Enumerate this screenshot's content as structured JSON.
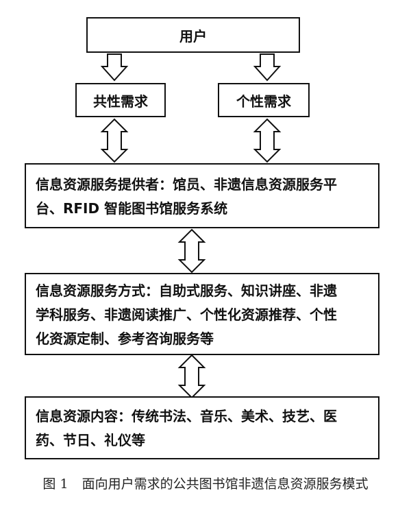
{
  "diagram": {
    "user_box": "用户",
    "common_needs_box": "共性需求",
    "personal_needs_box": "个性需求",
    "providers_box": {
      "line1": "信息资源服务提供者：馆员、非遗信息资源服务平",
      "line2": "台、RFID 智能图书馆服务系统"
    },
    "methods_box": {
      "line1": "信息资源服务方式：自助式服务、知识讲座、非遗",
      "line2": "学科服务、非遗阅读推广、个性化资源推荐、个性",
      "line3": "化资源定制、参考咨询服务等"
    },
    "content_box": {
      "line1": "信息资源内容：传统书法、音乐、美术、技艺、医",
      "line2": "药、节日、礼仪等"
    }
  },
  "caption": {
    "figure_number": "图 1",
    "text": "面向用户需求的公共图书馆非遗信息资源服务模式"
  }
}
